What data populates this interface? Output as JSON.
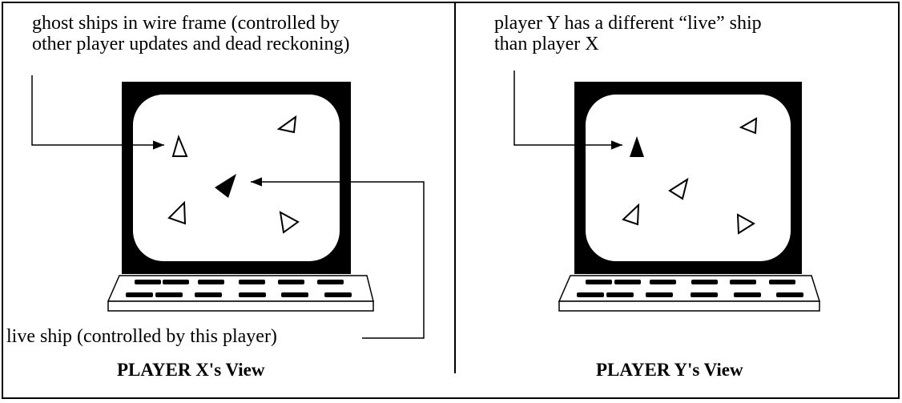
{
  "left_panel": {
    "annotation_line1": "ghost ships in wire frame (controlled by",
    "annotation_line2": "other player updates and dead reckoning)",
    "live_ship_label": "live ship (controlled by this player)",
    "caption": "PLAYER X's View"
  },
  "right_panel": {
    "annotation_line1": "player Y has a different “live” ship",
    "annotation_line2": "than player X",
    "caption": "PLAYER Y's View"
  },
  "colors": {
    "ink": "#000000",
    "paper": "#ffffff"
  },
  "icons": [
    "ghost-ship-outline-triangle",
    "live-ship-filled-triangle",
    "computer-monitor",
    "keyboard"
  ]
}
